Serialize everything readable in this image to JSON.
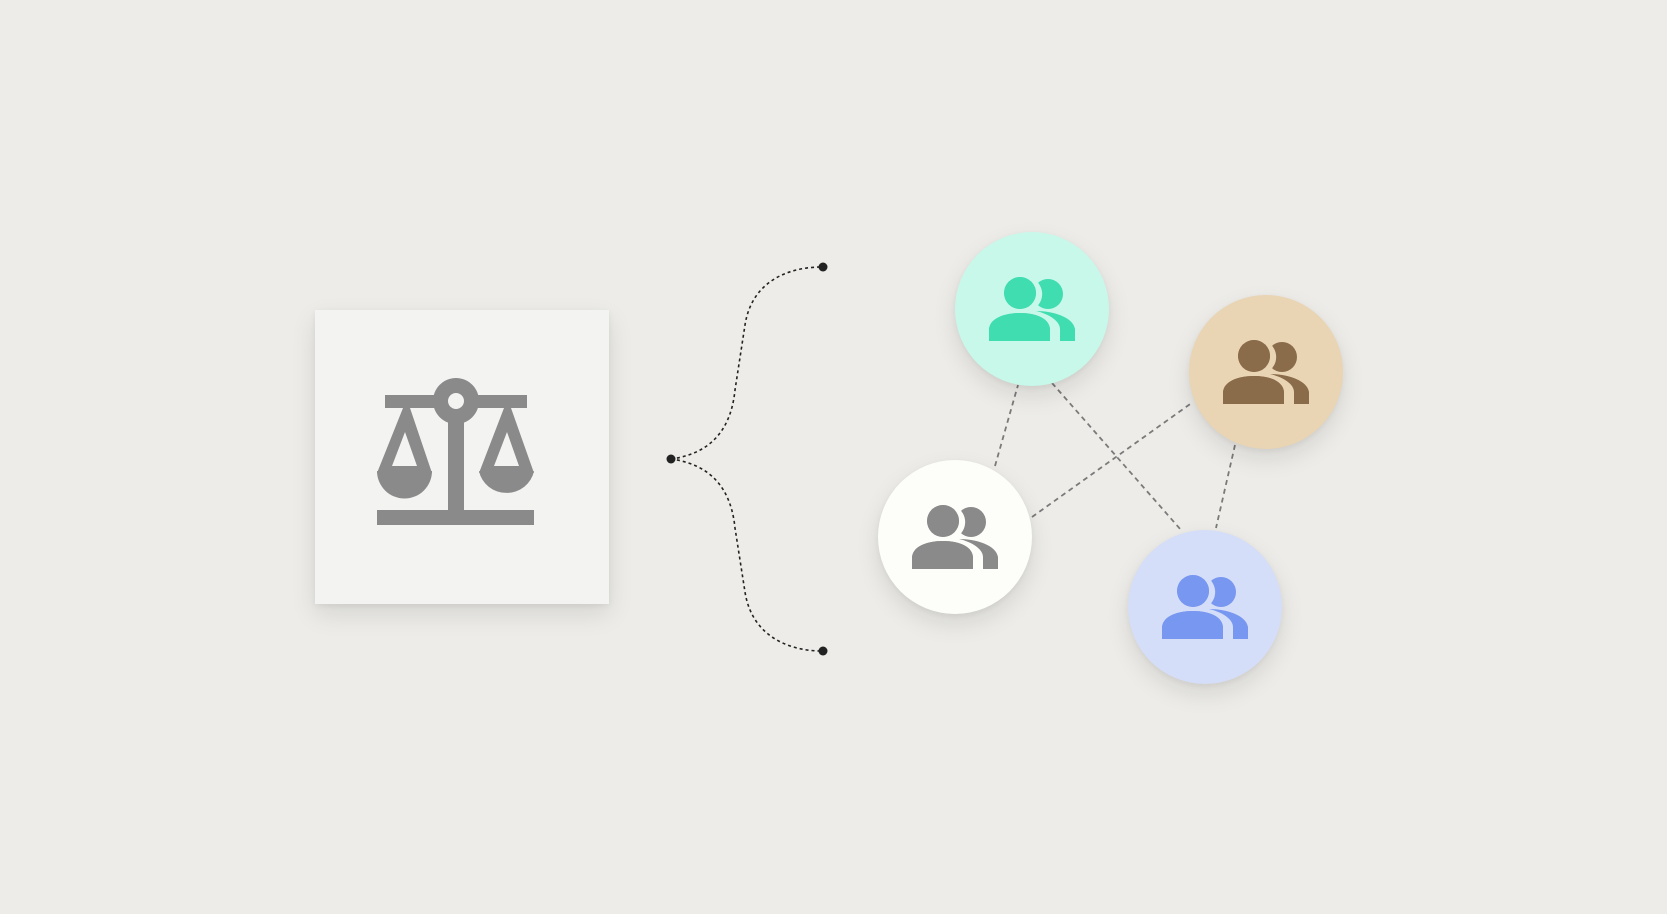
{
  "colors": {
    "background": "#EDECE8",
    "card_background": "#F3F3F2",
    "icon_gray": "#8A8A8A",
    "connector_line": "#222222",
    "network_line": "#7A7A7A"
  },
  "icons": {
    "scale": "scale-of-justice-icon",
    "group": "people-group-icon"
  },
  "groups": [
    {
      "id": "teal",
      "icon": "people-group-icon",
      "circle_color": "#C7F8EA",
      "icon_color": "#40DDB0"
    },
    {
      "id": "tan",
      "icon": "people-group-icon",
      "circle_color": "#E9D4B4",
      "icon_color": "#8A6C4A"
    },
    {
      "id": "white",
      "icon": "people-group-icon",
      "circle_color": "#FDFDF9",
      "icon_color": "#8A8A8A"
    },
    {
      "id": "blue",
      "icon": "people-group-icon",
      "circle_color": "#D5DEF8",
      "icon_color": "#7897F0"
    }
  ],
  "connections": [
    [
      "white",
      "teal"
    ],
    [
      "teal",
      "blue"
    ],
    [
      "white",
      "tan"
    ],
    [
      "tan",
      "blue"
    ]
  ]
}
